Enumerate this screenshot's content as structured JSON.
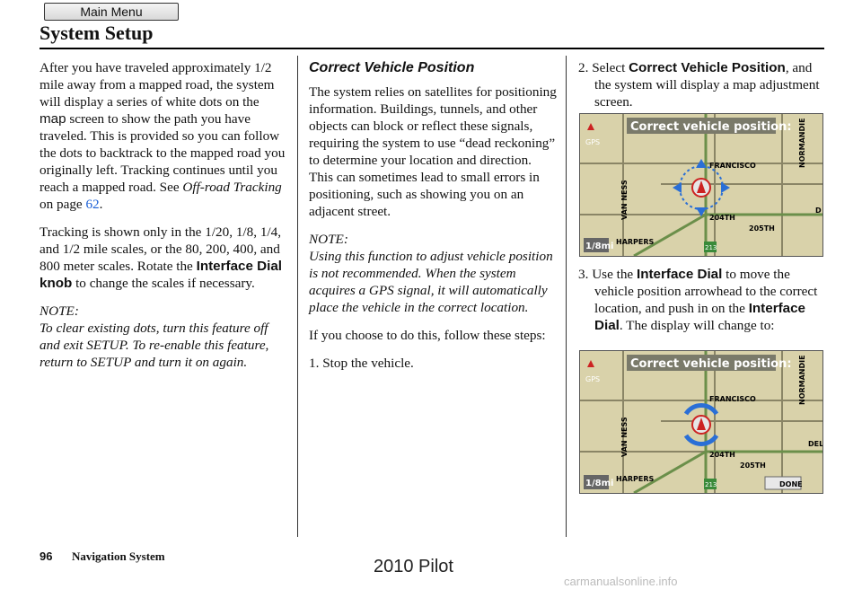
{
  "main_menu_label": "Main Menu",
  "page_title": "System Setup",
  "col1": {
    "p1_a": "After you have traveled approximately 1/2 mile away from a mapped road, the system will display a series of white dots on the ",
    "p1_map": "map",
    "p1_b": " screen to show the path you have traveled. This is provided so you can follow the dots to backtrack to the mapped road you originally left. Tracking continues until you reach a mapped road. See ",
    "p1_italic": "Off-road Tracking",
    "p1_c": " on page ",
    "p1_link": "62",
    "p1_d": ".",
    "p2_a": "Tracking is shown only in the 1/20, 1/8, 1/4, and 1/2 mile scales, or the 80, 200, 400, and 800 meter scales. Rotate the ",
    "p2_bold": "Interface Dial knob",
    "p2_b": " to change the scales if necessary.",
    "note_head": "NOTE:",
    "note_body": "To clear existing dots, turn this feature off and exit SETUP. To re-enable this feature, return to SETUP and turn it on again."
  },
  "col2": {
    "heading": "Correct Vehicle Position",
    "p1": "The system relies on satellites for positioning information. Buildings, tunnels, and other objects can block or reflect these signals, requiring the system to use “dead reckoning” to determine your location and direction. This can sometimes lead to small errors in positioning, such as showing you on an adjacent street.",
    "note_head": "NOTE:",
    "note_body": "Using this function to adjust vehicle position is not recommended. When the system acquires a GPS signal, it will automatically place the vehicle in the correct location.",
    "p2": "If you choose to do this, follow these steps:",
    "step1": "1. Stop the vehicle."
  },
  "col3": {
    "step2_a": "2. Select ",
    "step2_bold": "Correct Vehicle Position",
    "step2_b": ", and the system will display a map adjustment screen.",
    "step3_a": "3. Use the ",
    "step3_bold1": "Interface Dial",
    "step3_b": " to move the vehicle position arrowhead to the correct location, and push in on the ",
    "step3_bold2": "Interface Dial",
    "step3_c": ". The display will change to:"
  },
  "map1": {
    "banner": "Correct vehicle position:",
    "gps": "GPS",
    "scale": "1/8mi",
    "streets": [
      "FRANCISCO",
      "VAN NESS",
      "204TH",
      "205TH",
      "HARPERS",
      "NORMANDIE",
      "D"
    ],
    "route": "213"
  },
  "map2": {
    "banner": "Correct vehicle position:",
    "gps": "GPS",
    "scale": "1/8mi",
    "streets": [
      "FRANCISCO",
      "VAN NESS",
      "204TH",
      "205TH",
      "HARPERS",
      "NORMANDIE",
      "DEL"
    ],
    "route": "213",
    "done": "DONE"
  },
  "footer": {
    "page_number": "96",
    "label": "Navigation System",
    "watermark": "2010 Pilot",
    "site": "carmanualsonline.info"
  }
}
